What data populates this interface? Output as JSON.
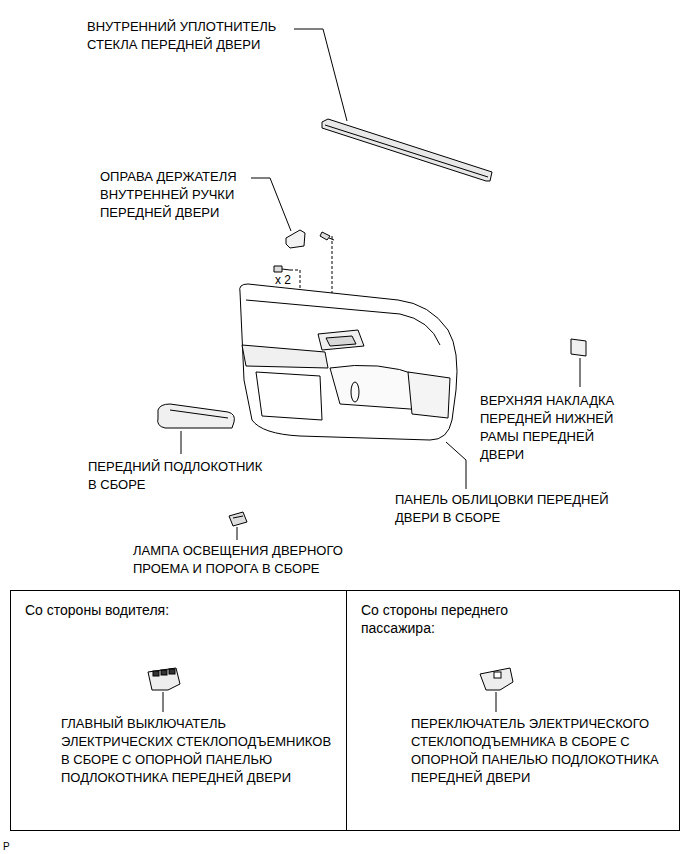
{
  "diagram": {
    "nodes": [
      {
        "text": [
          "Со стороны водителя:",
          "ГЛАВНЫЙ ВЫКЛЮЧАТЕЛЬ ЭЛЕКТРИЧЕСКИХ СТЕКЛОПОДЪЕМНИКОВ В СБОРЕ С ОПОРНОЙ ПАНЕЛЬЮ ПОДЛОКОТНИКА ПЕРЕДНЕЙ ДВЕРИ"
        ]
      },
      {
        "text": [
          "Со стороны переднего пассажира:",
          "ПЕРЕКЛЮЧАТЕЛЬ ЭЛЕКТРИЧЕСКОГО СТЕКЛОПОДЪЕМНИКА В СБОРЕ С ОПОРНОЙ ПАНЕЛЬЮ ПОДЛОКОТНИКА ПЕРЕДНЕЙ ДВЕРИ"
        ]
      }
    ],
    "labels": [
      "ВНУТРЕННИЙ УПЛОТНИТЕЛЬ СТЕКЛА ПЕРЕДНЕЙ ДВЕРИ",
      "ОПРАВА ДЕРЖАТЕЛЯ ВНУТРЕННЕЙ РУЧКИ ПЕРЕДНЕЙ ДВЕРИ",
      "x 2",
      "ВЕРХНЯЯ НАКЛАДКА ПЕРЕДНЕЙ НИЖНЕЙ РАМЫ ПЕРЕДНЕЙ ДВЕРИ",
      "ПЕРЕДНИЙ ПОДЛОКОТНИК В СБОРЕ",
      "ПАНЕЛЬ ОБЛИЦОВКИ ПЕРЕДНЕЙ ДВЕРИ В СБОРЕ",
      "ЛАМПА ОСВЕЩЕНИЯ ДВЕРНОГО ПРОЕМА И ПОРОГА В СБОРЕ",
      "P"
    ]
  }
}
